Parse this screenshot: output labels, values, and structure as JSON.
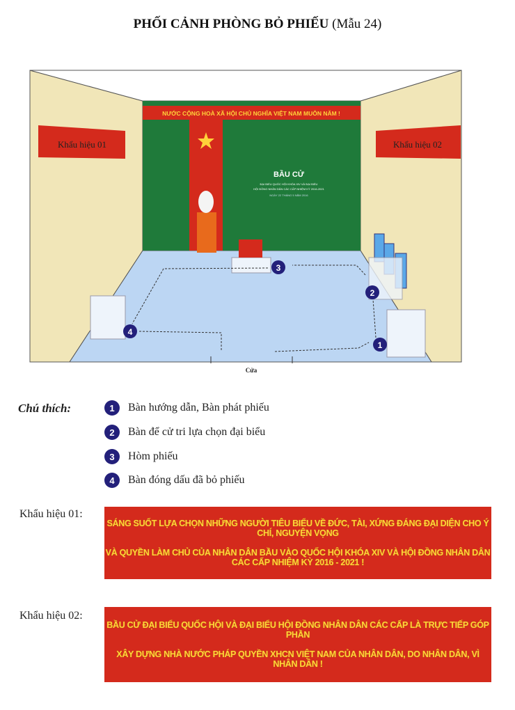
{
  "title": {
    "main": "PHỐI CẢNH PHÒNG BỎ PHIẾU",
    "sub": "(Mẫu 24)"
  },
  "room": {
    "top_banner": "NƯỚC CỘNG HOÀ XÃ HỘI CHỦ NGHĨA VIỆT NAM MUÔN NĂM !",
    "board_title": "BẦU CỬ",
    "board_lines": [
      "ĐẠI BIỂU QUỐC HỘI KHÓA XIV VÀ ĐẠI BIỂU",
      "HỘI ĐỒNG NHÂN DÂN CÁC CẤP NHIỆM KỲ 2016-2021",
      "NGÀY 22 THÁNG 5 NĂM 2016"
    ],
    "slogan_left": "Khẩu hiệu 01",
    "slogan_right": "Khẩu hiệu 02",
    "door": "Cửa",
    "markers": [
      "1",
      "2",
      "3",
      "4"
    ]
  },
  "legend": {
    "heading": "Chú thích:",
    "items": [
      {
        "num": "1",
        "text": "Bàn hướng dẫn, Bàn phát phiếu"
      },
      {
        "num": "2",
        "text": "Bàn để cử tri lựa chọn đại biểu"
      },
      {
        "num": "3",
        "text": "Hòm phiếu"
      },
      {
        "num": "4",
        "text": "Bàn đóng dấu đã bỏ phiếu"
      }
    ]
  },
  "slogans": [
    {
      "label": "Khẩu hiệu 01:",
      "lines": [
        "SÁNG SUỐT LỰA CHỌN NHỮNG NGƯỜI TIÊU BIỂU VỀ ĐỨC, TÀI, XỨNG ĐÁNG ĐẠI DIỆN CHO Ý CHÍ, NGUYỆN VỌNG",
        "VÀ QUYỀN LÀM CHỦ CỦA NHÂN DÂN BẦU VÀO QUỐC HỘI KHÓA XIV VÀ HỘI ĐỒNG NHÂN DÂN CÁC CẤP NHIỆM KỲ 2016 - 2021 !"
      ]
    },
    {
      "label": "Khẩu hiệu 02:",
      "lines": [
        "BẦU CỬ ĐẠI BIỂU QUỐC HỘI VÀ ĐẠI BIỂU HỘI ĐỒNG NHÂN DÂN CÁC CẤP LÀ TRỰC TIẾP GÓP PHẦN",
        "XÂY DỰNG NHÀ NƯỚC PHÁP QUYỀN XHCN VIỆT NAM CỦA NHÂN DÂN, DO NHÂN DÂN, VÌ NHÂN DÂN !"
      ]
    }
  ],
  "colors": {
    "wall": "#f1e6b8",
    "floor": "#bcd6f3",
    "board": "#1f7a3a",
    "red": "#d42a1c",
    "yellow": "#ffd23a",
    "marker": "#23207a"
  }
}
